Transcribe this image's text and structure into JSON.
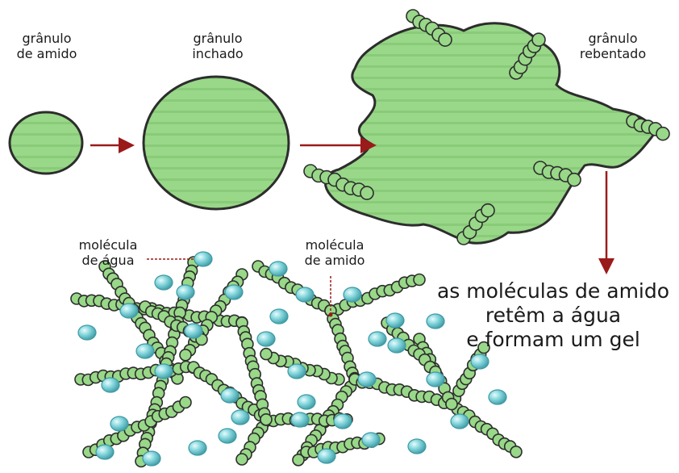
{
  "colors": {
    "fill": "#98d888",
    "fill_dark": "#7cc06c",
    "outline": "#2d2d2d",
    "arrow": "#9b1a1a",
    "water": "#7fd6dc",
    "water_dark": "#3e9aa4"
  },
  "stages": {
    "granule": {
      "line1": "grânulo",
      "line2": "de amido"
    },
    "swollen": {
      "line1": "grânulo",
      "line2": "inchado"
    },
    "burst": {
      "line1": "grânulo",
      "line2": "rebentado"
    }
  },
  "labels": {
    "water_molecule": {
      "line1": "molécula",
      "line2": "de água"
    },
    "starch_molecule": {
      "line1": "molécula",
      "line2": "de amido"
    }
  },
  "caption": {
    "line1": "as moléculas de amido",
    "line2": "retêm a água",
    "line3": "e formam um gel"
  }
}
